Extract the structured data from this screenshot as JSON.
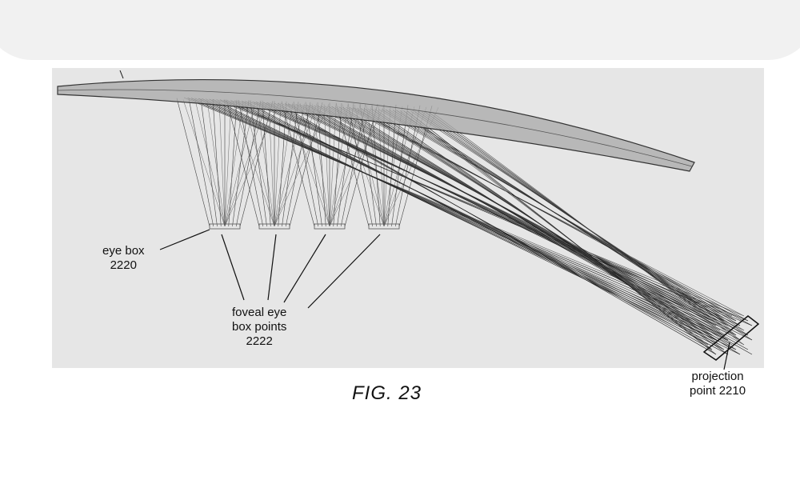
{
  "figure_label": "FIG. 23",
  "labels": {
    "eye_box": [
      "eye box",
      "2220"
    ],
    "foveal_points": [
      "foveal eye",
      "box points",
      "2222"
    ],
    "projection_point": [
      "projection",
      "point 2210"
    ]
  },
  "eye_box_point_count": 4
}
